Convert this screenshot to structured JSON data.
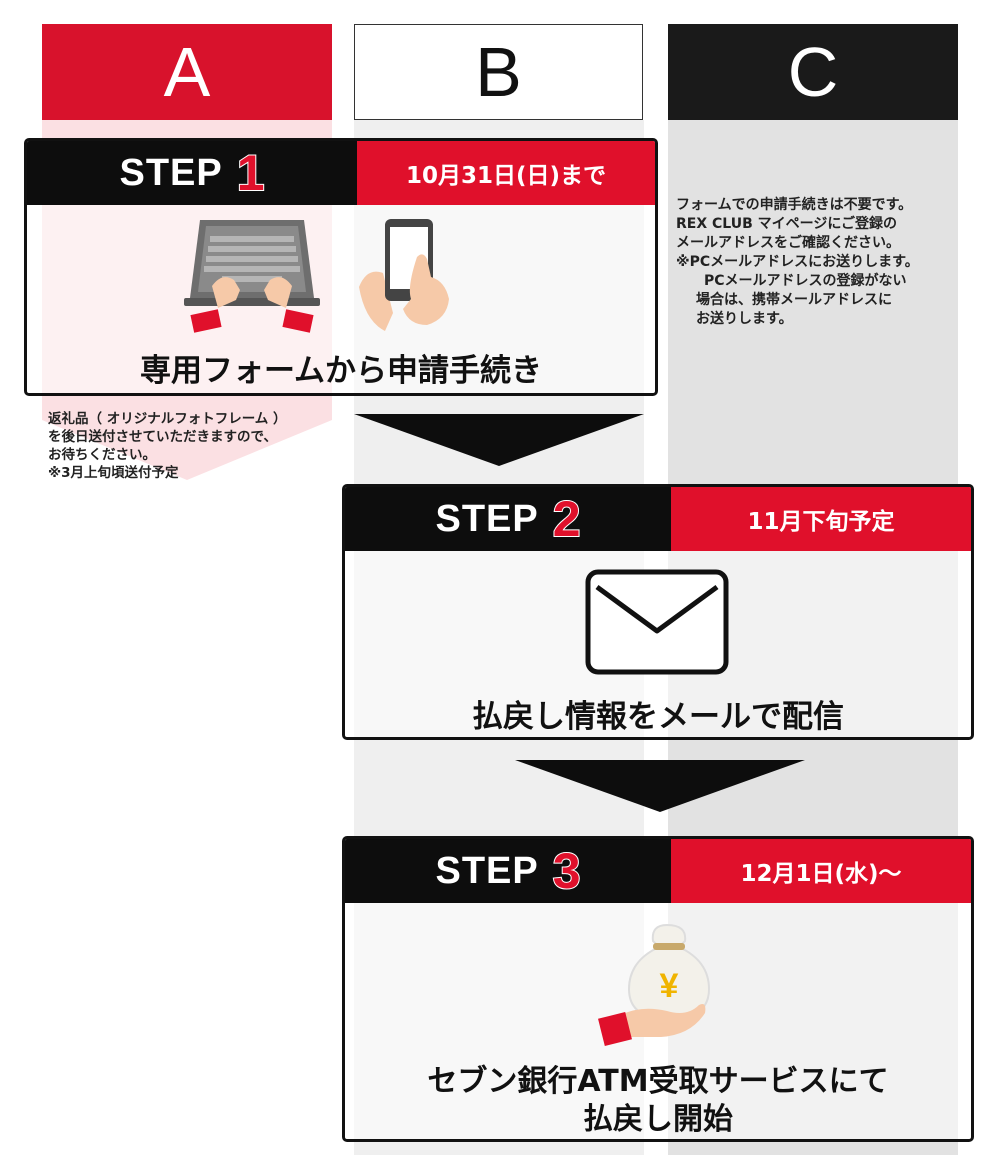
{
  "columns": {
    "a": "A",
    "b": "B",
    "c": "C"
  },
  "step1": {
    "label": "STEP",
    "number": "1",
    "date": "10月31日(日)まで",
    "caption": "専用フォームから申請手続き",
    "icons": [
      "laptop-icon",
      "smartphone-icon"
    ]
  },
  "note_a": {
    "lines": [
      "返礼品（ オリジナルフォトフレーム ）",
      "を後日送付させていただきますので、",
      "お待ちください。",
      "※3月上旬頃送付予定"
    ]
  },
  "note_c": {
    "lines": [
      "フォームでの申請手続きは不要です。",
      "REX CLUB マイページにご登録の",
      "メールアドレスをご確認ください。",
      "※PCメールアドレスにお送りします。",
      "PCメールアドレスの登録がない",
      "場合は、携帯メールアドレスに",
      "お送りします。"
    ]
  },
  "step2": {
    "label": "STEP",
    "number": "2",
    "date": "11月下旬予定",
    "caption": "払戻し情報をメールで配信",
    "icons": [
      "envelope-icon"
    ]
  },
  "step3": {
    "label": "STEP",
    "number": "3",
    "date": "12月1日(水)～",
    "caption_line1": "セブン銀行ATM受取サービスにて",
    "caption_line2": "払戻し開始",
    "icons": [
      "money-bag-icon"
    ],
    "money_symbol": "¥"
  },
  "colors": {
    "red": "#e0102b",
    "black": "#0d0d0d",
    "lane_a": "#fbe0e3",
    "lane_b": "#efefef",
    "lane_c": "#e2e2e2"
  }
}
